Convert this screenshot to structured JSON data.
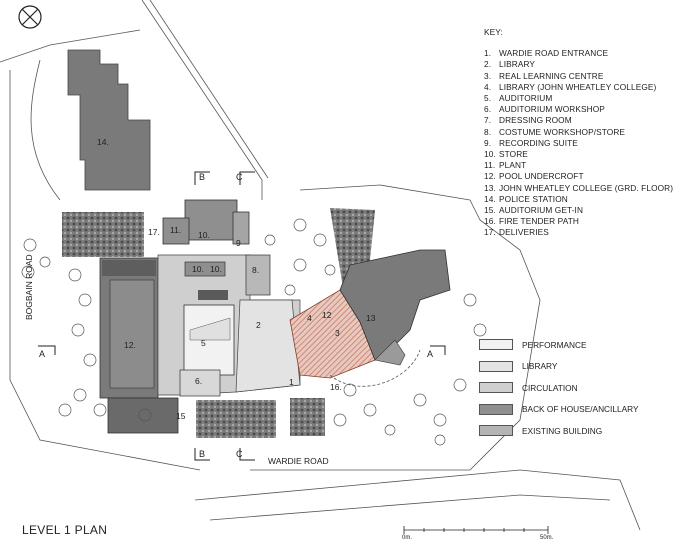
{
  "plan_title": "LEVEL 1 PLAN",
  "key": {
    "title": "KEY:",
    "items": [
      {
        "num": "1.",
        "label": "WARDIE ROAD ENTRANCE"
      },
      {
        "num": "2.",
        "label": "LIBRARY"
      },
      {
        "num": "3.",
        "label": "REAL LEARNING CENTRE"
      },
      {
        "num": "4.",
        "label": "LIBRARY (JOHN WHEATLEY COLLEGE)"
      },
      {
        "num": "5.",
        "label": "AUDITORIUM"
      },
      {
        "num": "6.",
        "label": "AUDITORIUM WORKSHOP"
      },
      {
        "num": "7.",
        "label": "DRESSING ROOM"
      },
      {
        "num": "8.",
        "label": "COSTUME WORKSHOP/STORE"
      },
      {
        "num": "9.",
        "label": "RECORDING SUITE"
      },
      {
        "num": "10.",
        "label": "STORE"
      },
      {
        "num": "11.",
        "label": "PLANT"
      },
      {
        "num": "12.",
        "label": "POOL UNDERCROFT"
      },
      {
        "num": "13.",
        "label": "JOHN WHEATLEY COLLEGE (GRD. FLOOR)"
      },
      {
        "num": "14.",
        "label": "POLICE STATION"
      },
      {
        "num": "15.",
        "label": "AUDITORIUM GET-IN"
      },
      {
        "num": "16.",
        "label": "FIRE TENDER PATH"
      },
      {
        "num": "17.",
        "label": "DELIVERIES"
      }
    ]
  },
  "legend": [
    {
      "label": "PERFORMANCE",
      "color": "#f2f2f2"
    },
    {
      "label": "LIBRARY",
      "color": "#e3e3e3"
    },
    {
      "label": "CIRCULATION",
      "color": "#cfcfcf"
    },
    {
      "label": "BACK OF HOUSE/ANCILLARY",
      "color": "#8f8f8f"
    },
    {
      "label": "EXISTING BUILDING",
      "color": "#b4b4b4"
    }
  ],
  "roads": {
    "bogbain": "BOGBAIN ROAD",
    "wardie": "WARDIE ROAD"
  },
  "section_markers": {
    "a": "A",
    "b": "B",
    "c": "C"
  },
  "room_labels": {
    "r1": "1",
    "r2": "2",
    "r3": "3",
    "r4": "4",
    "r5": "5",
    "r6": "6.",
    "r8": "8.",
    "r9": "9",
    "r10a": "10.",
    "r10b": "10.",
    "r10c": "10.",
    "r11": "11.",
    "r12": "12.",
    "r12b": "12",
    "r13": "13",
    "r14": "14.",
    "r15": "15",
    "r16": "16.",
    "r17": "17."
  },
  "scale_bar": {
    "start": "0m.",
    "end": "50m."
  },
  "colors": {
    "existing": "#7a7a7a",
    "hatch": "#c0705a"
  }
}
